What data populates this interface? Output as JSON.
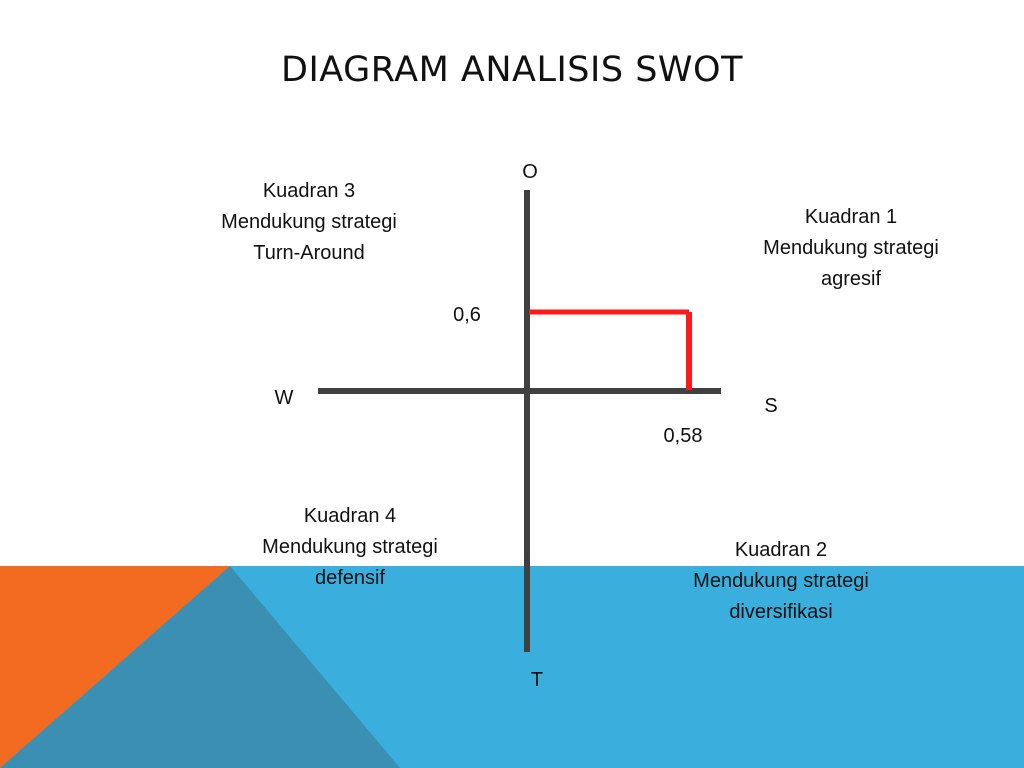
{
  "slide": {
    "title": "DIAGRAM ANALISIS SWOT",
    "background": {
      "left_color": "#f26b21",
      "band_color": "#3aafdd",
      "overlap_color": "#3a8fb2"
    }
  },
  "diagram": {
    "axis_color": "#404040",
    "marker_color": "#ff1a1a",
    "axes": {
      "top": "O",
      "bottom": "T",
      "left": "W",
      "right": "S"
    },
    "point": {
      "x_label": "0,58",
      "y_label": "0,6"
    },
    "quadrants": {
      "q1": {
        "name": "Kuadran 1",
        "line1": "Mendukung strategi",
        "line2": "agresif"
      },
      "q2": {
        "name": "Kuadran 2",
        "line1": "Mendukung strategi",
        "line2": "diversifikasi"
      },
      "q3": {
        "name": "Kuadran 3",
        "line1": "Mendukung strategi",
        "line2": "Turn-Around"
      },
      "q4": {
        "name": "Kuadran 4",
        "line1": "Mendukung strategi",
        "line2": "defensif"
      }
    }
  }
}
